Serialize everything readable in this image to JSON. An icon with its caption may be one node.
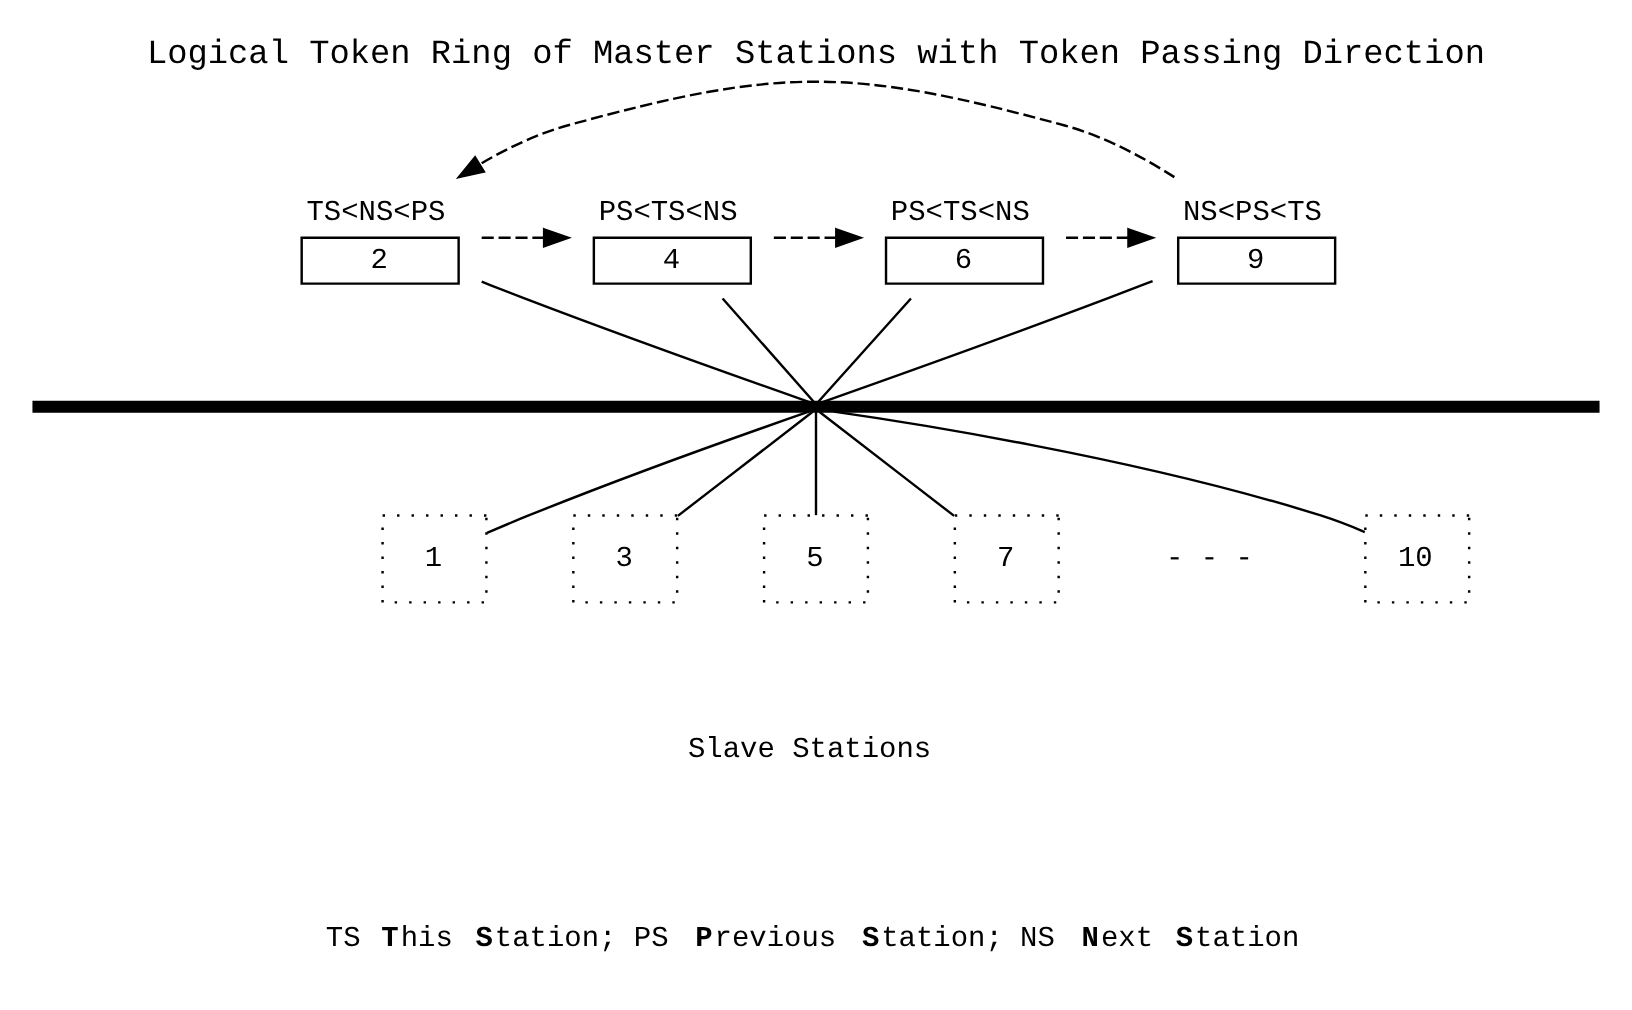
{
  "diagram": {
    "title": "Logical Token Ring of Master Stations with Token Passing Direction",
    "nodes": [
      {
        "text": [
          "2"
        ],
        "beside": [
          "TS<NS<PS"
        ]
      },
      {
        "text": [
          "4"
        ],
        "beside": [
          "PS<TS<NS"
        ]
      },
      {
        "text": [
          "6"
        ],
        "beside": [
          "PS<TS<NS"
        ]
      },
      {
        "text": [
          "9"
        ],
        "beside": [
          "NS<PS<TS"
        ]
      },
      {
        "text": [],
        "shape": "bar"
      },
      {
        "text": [
          "1"
        ]
      },
      {
        "text": [
          "3"
        ]
      },
      {
        "text": [
          "5"
        ]
      },
      {
        "text": [
          "7"
        ]
      },
      {
        "text": [
          "10"
        ]
      }
    ],
    "edges": [
      {
        "from": 0,
        "to": 1,
        "arrow": "to",
        "style": "dashed"
      },
      {
        "from": 1,
        "to": 2,
        "arrow": "to",
        "style": "dashed"
      },
      {
        "from": 2,
        "to": 3,
        "arrow": "to",
        "style": "dashed"
      },
      {
        "from": 3,
        "to": 0,
        "arrow": "to",
        "style": "dashed"
      },
      {
        "from": 0,
        "to": 4,
        "arrow": "none"
      },
      {
        "from": 1,
        "to": 4,
        "arrow": "none"
      },
      {
        "from": 2,
        "to": 4,
        "arrow": "none"
      },
      {
        "from": 3,
        "to": 4,
        "arrow": "none"
      },
      {
        "from": 4,
        "to": 5,
        "arrow": "none"
      },
      {
        "from": 4,
        "to": 6,
        "arrow": "none"
      },
      {
        "from": 4,
        "to": 7,
        "arrow": "none"
      },
      {
        "from": 4,
        "to": 8,
        "arrow": "none"
      },
      {
        "from": 4,
        "to": 9,
        "arrow": "none"
      }
    ],
    "labels": [
      "- - -",
      "Slave Stations",
      "TS **T**his **S**tation; PS **P**revious **S**tation; NS **N**ext **S**tation"
    ]
  }
}
